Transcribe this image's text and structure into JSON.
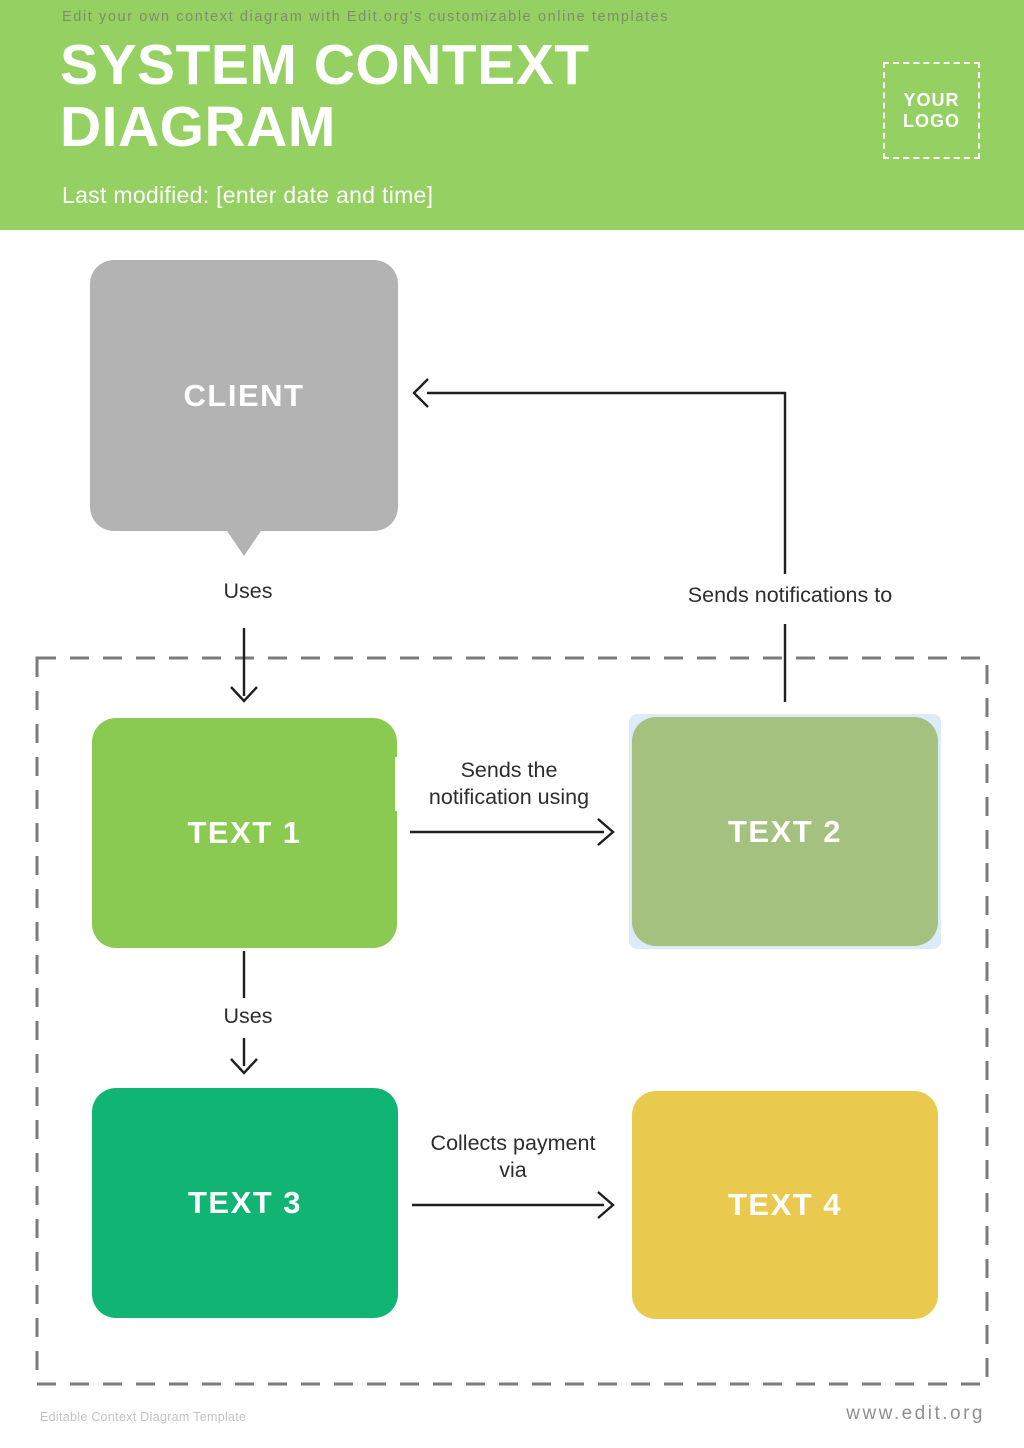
{
  "header": {
    "tagline": "Edit your own context diagram with Edit.org's customizable online templates",
    "title_line1": "SYSTEM CONTEXT",
    "title_line2": "DIAGRAM",
    "last_modified": "Last modified: [enter date and time]",
    "logo": {
      "line1": "YOUR",
      "line2": "LOGO"
    },
    "background_color": "#94d162"
  },
  "diagram": {
    "nodes": {
      "client": {
        "label": "CLIENT",
        "color": "#b3b3b3"
      },
      "text1": {
        "label": "TEXT 1",
        "color": "#8bca51"
      },
      "text2": {
        "label": "TEXT 2",
        "color": "#a5c17f"
      },
      "text3": {
        "label": "TEXT 3",
        "color": "#11b573"
      },
      "text4": {
        "label": "TEXT 4",
        "color": "#e9c94e"
      }
    },
    "edges": {
      "uses_client_text1": "Uses",
      "sends_notifications": "Sends notifications to",
      "sends_notification_line1": "Sends the",
      "sends_notification_line2": "notification using",
      "uses_text1_text3": "Uses",
      "collects_payment_line1": "Collects payment",
      "collects_payment_line2": "via"
    },
    "boundary_color": "#7b7b7b",
    "line_color": "#1f1f1f"
  },
  "footer": {
    "left": "Editable Context Diagram Template",
    "right": "www.edit.org"
  }
}
